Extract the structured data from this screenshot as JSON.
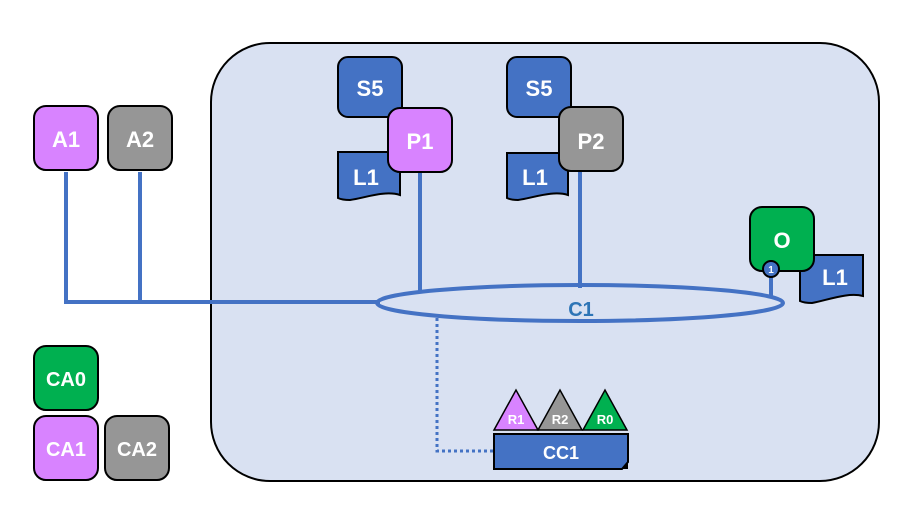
{
  "colors": {
    "purple": "#d883ff",
    "gray": "#969696",
    "green": "#00b050",
    "blue": "#4472c4",
    "line_blue": "#4472c4",
    "label_blue": "#2e75b6",
    "region_fill": "#d9e1f2"
  },
  "outside": {
    "a1": "A1",
    "a2": "A2",
    "ca0": "CA0",
    "ca1": "CA1",
    "ca2": "CA2"
  },
  "region": {
    "s5_left": "S5",
    "l1_left": "L1",
    "p1": "P1",
    "s5_right": "S5",
    "l1_right": "L1",
    "p2": "P2",
    "o": "O",
    "o_port": "1",
    "l1_o": "L1",
    "channel": "C1",
    "cc1": "CC1",
    "r1": "R1",
    "r2": "R2",
    "r0": "R0"
  }
}
